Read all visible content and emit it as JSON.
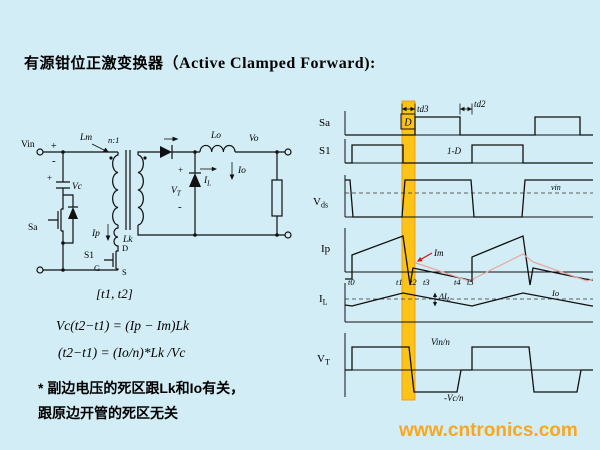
{
  "title": {
    "prefix": "有源钳位正激变换器（",
    "en": "Active Clamped Forward",
    "suffix": "):"
  },
  "circuit": {
    "vin": "Vin",
    "plus": "+",
    "minus": "-",
    "lm": "Lm",
    "n_ratio": "n:1",
    "lo": "Lo",
    "vo": "Vo",
    "io": "Io",
    "vc_plus": "+",
    "vc": "Vc",
    "sa": "Sa",
    "ip": "Ip",
    "lk": "Lk",
    "s1": "S1",
    "g": "G",
    "d": "D",
    "s": "S",
    "il_main": "I",
    "il_sub": "L",
    "vt_plus": "+",
    "vt_main": "V",
    "vt_sub": "T",
    "vt_minus": "-"
  },
  "notes": {
    "interval": "[t1, t2]",
    "eq1": "Vc(t2−t1) = (Ip − Im)Lk",
    "eq2": "(t2−t1) = (Io/n)*Lk /Vc",
    "cn1": "* 副边电压的死区跟Lk和Io有关，",
    "cn2": "跟原边开管的死区无关"
  },
  "waveforms": {
    "labels": {
      "sa": "Sa",
      "s1": "S1",
      "vds_main": "V",
      "vds_sub": "ds",
      "ip": "Ip",
      "il_main": "I",
      "il_sub": "L",
      "vt_main": "V",
      "vt_sub": "T"
    },
    "ann": {
      "td3": "td3",
      "td2": "td2",
      "duty": "D",
      "one_minus_d": "1-D",
      "vin": "vin",
      "im": "Im",
      "delta_main": "ΔI",
      "delta_sub": "L",
      "io": "Io",
      "vin_n": "Vin/n",
      "neg_vc_n": "-Vc/n"
    },
    "time_labels": [
      "t0",
      "t1",
      "t2",
      "t3",
      "t4",
      "t5"
    ]
  },
  "watermark": "www.cntronics.com",
  "colors": {
    "background": "#d2edf6",
    "highlight_band": "#ffc20e",
    "im_red": "#dd1111",
    "magnetizing_pink": "#eba39b",
    "watermark_orange": "#f9a71f"
  }
}
